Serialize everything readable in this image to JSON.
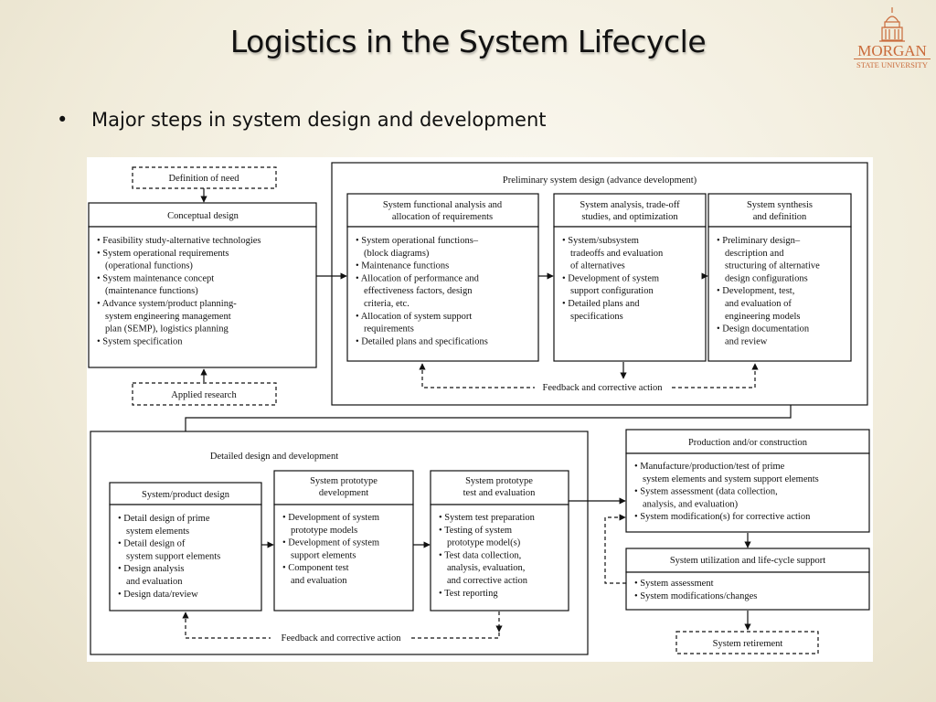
{
  "slide": {
    "title": "Logistics in the System Lifecycle",
    "bullet": "Major steps in system design and development",
    "logo_name": "MORGAN",
    "logo_sub": "STATE UNIVERSITY",
    "logo_icon": "building-dome-icon"
  },
  "colors": {
    "logo": "#c96a3a",
    "ink": "#111111",
    "paper": "#ffffff"
  },
  "diagram": {
    "definition_of_need": "Definition of need",
    "conceptual": {
      "title": "Conceptual design",
      "items": [
        [
          "• Feasibility study-alternative technologies"
        ],
        [
          "• System operational requirements",
          "(operational functions)"
        ],
        [
          "• System maintenance concept",
          "(maintenance functions)"
        ],
        [
          "• Advance system/product planning-",
          "system engineering management",
          "plan (SEMP), logistics planning"
        ],
        [
          "• System specification"
        ]
      ]
    },
    "applied_research": "Applied research",
    "preliminary": {
      "title": "Preliminary system design (advance development)",
      "feedback": "Feedback and corrective action",
      "col1": {
        "title": [
          "System functional analysis and",
          "allocation of requirements"
        ],
        "items": [
          [
            "• System operational functions–",
            "(block diagrams)"
          ],
          [
            "• Maintenance functions"
          ],
          [
            "• Allocation of performance and",
            "effectiveness factors, design",
            "criteria, etc."
          ],
          [
            "• Allocation of system support",
            "requirements"
          ],
          [
            "• Detailed plans and specifications"
          ]
        ]
      },
      "col2": {
        "title": [
          "System analysis, trade-off",
          "studies, and optimization"
        ],
        "items": [
          [
            "• System/subsystem",
            "tradeoffs and evaluation",
            "of alternatives"
          ],
          [
            "• Development of system",
            "support configuration"
          ],
          [
            "• Detailed plans and",
            "specifications"
          ]
        ]
      },
      "col3": {
        "title": [
          "System synthesis",
          "and definition"
        ],
        "items": [
          [
            "• Preliminary design–",
            "description and",
            "structuring of alternative",
            "design configurations"
          ],
          [
            "• Development, test,",
            "and evaluation of",
            "engineering models"
          ],
          [
            "• Design documentation",
            "and review"
          ]
        ]
      }
    },
    "detailed": {
      "title": "Detailed design and development",
      "feedback": "Feedback and corrective action",
      "col1": {
        "title": [
          "System/product design"
        ],
        "items": [
          [
            "• Detail design of prime",
            "system elements"
          ],
          [
            "• Detail design of",
            "system support elements"
          ],
          [
            "• Design analysis",
            "and evaluation"
          ],
          [
            "• Design data/review"
          ]
        ]
      },
      "col2": {
        "title": [
          "System prototype",
          "development"
        ],
        "items": [
          [
            "• Development of system",
            "prototype models"
          ],
          [
            "• Development of system",
            "support elements"
          ],
          [
            "• Component test",
            "and evaluation"
          ]
        ]
      },
      "col3": {
        "title": [
          "System prototype",
          "test and evaluation"
        ],
        "items": [
          [
            "• System test preparation"
          ],
          [
            "• Testing of system",
            "prototype model(s)"
          ],
          [
            "• Test data collection,",
            "analysis, evaluation,",
            "and corrective action"
          ],
          [
            "• Test reporting"
          ]
        ]
      }
    },
    "production": {
      "title": "Production and/or construction",
      "items": [
        [
          "• Manufacture/production/test of prime",
          "system elements and system support elements"
        ],
        [
          "• System assessment (data collection,",
          "analysis, and evaluation)"
        ],
        [
          "• System modification(s) for corrective action"
        ]
      ]
    },
    "utilization": {
      "title": "System utilization and life-cycle support",
      "items": [
        [
          "• System assessment"
        ],
        [
          "• System modifications/changes"
        ]
      ]
    },
    "retirement": "System retirement"
  }
}
